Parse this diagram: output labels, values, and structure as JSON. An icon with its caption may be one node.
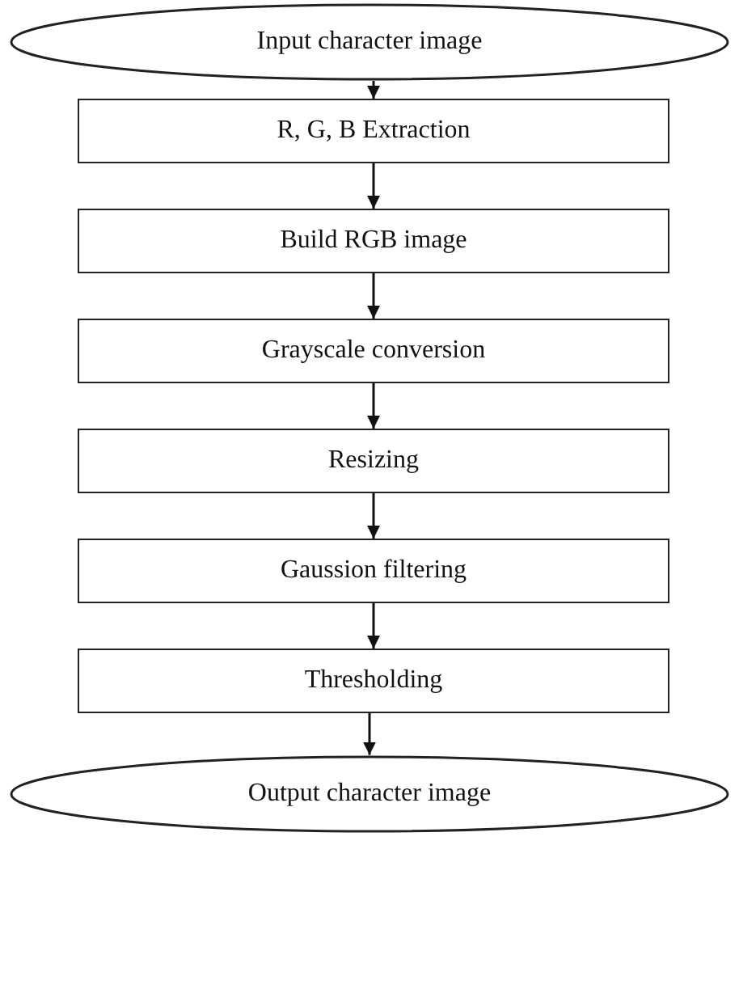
{
  "diagram": {
    "nodes": [
      {
        "text": [
          "Input character image"
        ]
      },
      {
        "text": [
          "R, G, B Extraction"
        ]
      },
      {
        "text": [
          "Build RGB image"
        ]
      },
      {
        "text": [
          "Grayscale conversion"
        ]
      },
      {
        "text": [
          "Resizing"
        ]
      },
      {
        "text": [
          "Gaussion filtering"
        ]
      },
      {
        "text": [
          "Thresholding"
        ]
      },
      {
        "text": [
          "Output character image"
        ]
      }
    ],
    "edges": [
      {
        "from": 0,
        "to": 1,
        "arrow": "to"
      },
      {
        "from": 1,
        "to": 2,
        "arrow": "to"
      },
      {
        "from": 2,
        "to": 3,
        "arrow": "to"
      },
      {
        "from": 3,
        "to": 4,
        "arrow": "to"
      },
      {
        "from": 4,
        "to": 5,
        "arrow": "to"
      },
      {
        "from": 5,
        "to": 6,
        "arrow": "to"
      },
      {
        "from": 6,
        "to": 7,
        "arrow": "to"
      }
    ]
  }
}
